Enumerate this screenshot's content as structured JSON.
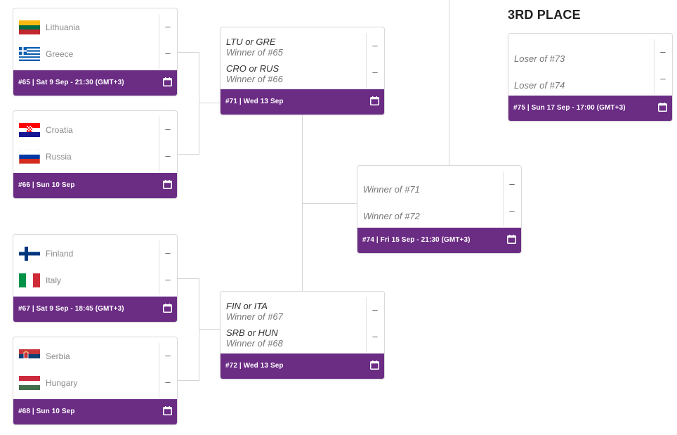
{
  "third_place_title": "3RD PLACE",
  "score_placeholder": "–",
  "matches": {
    "m65": {
      "team1": "Lithuania",
      "team2": "Greece",
      "footer": "#65 | Sat 9 Sep - 21:30 (GMT+3)",
      "flag1": "lithuania-flag",
      "flag2": "greece-flag"
    },
    "m66": {
      "team1": "Croatia",
      "team2": "Russia",
      "footer": "#66 | Sun 10 Sep",
      "flag1": "croatia-flag",
      "flag2": "russia-flag"
    },
    "m67": {
      "team1": "Finland",
      "team2": "Italy",
      "footer": "#67 | Sat 9 Sep - 18:45 (GMT+3)",
      "flag1": "finland-flag",
      "flag2": "italy-flag"
    },
    "m68": {
      "team1": "Serbia",
      "team2": "Hungary",
      "footer": "#68 | Sun 10 Sep",
      "flag1": "serbia-flag",
      "flag2": "hungary-flag"
    },
    "m71": {
      "slot1_main": "LTU or GRE",
      "slot1_sub": "Winner of #65",
      "slot2_main": "CRO or RUS",
      "slot2_sub": "Winner of #66",
      "footer": "#71 | Wed 13 Sep"
    },
    "m72": {
      "slot1_main": "FIN or ITA",
      "slot1_sub": "Winner of #67",
      "slot2_main": "SRB or HUN",
      "slot2_sub": "Winner of #68",
      "footer": "#72 | Wed 13 Sep"
    },
    "m74": {
      "slot1": "Winner of #71",
      "slot2": "Winner of #72",
      "footer": "#74 | Fri 15 Sep - 21:30 (GMT+3)"
    },
    "m75": {
      "slot1": "Loser of #73",
      "slot2": "Loser of #74",
      "footer": "#75 | Sun 17 Sep - 17:00 (GMT+3)"
    }
  },
  "colors": {
    "footer_bg": "#6b2c84",
    "connector": "#d4d4d4",
    "card_border": "#d9d9d9"
  },
  "icons": {
    "calendar": "calendar-icon"
  }
}
